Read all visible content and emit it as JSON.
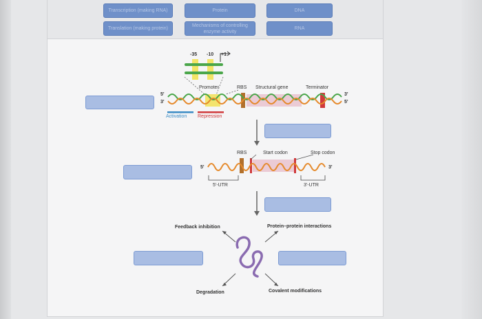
{
  "answer_chips": {
    "transcription": "Transcription (making RNA)",
    "protein": "Protein",
    "dna": "DNA",
    "translation": "Translation (making protein)",
    "mechanisms": "Mechanisms of controlling enzyme activity",
    "rna": "RNA"
  },
  "promoter_detail": {
    "minus35": "-35",
    "minus10": "-10",
    "plus1": "+1"
  },
  "gene_labels": {
    "promoter": "Promoter",
    "rbs": "RBS",
    "structural_gene": "Structural gene",
    "terminator": "Terminator",
    "five_prime": "5'",
    "three_prime": "3'",
    "activation": "Activation",
    "repression": "Repression"
  },
  "mrna_labels": {
    "rbs": "RBS",
    "start_codon": "Start codon",
    "stop_codon": "Stop codon",
    "five_prime": "5'",
    "three_prime": "3'",
    "utr5": "5'-UTR",
    "utr3": "3'-UTR"
  },
  "protein_labels": {
    "feedback": "Feedback inhibition",
    "ppi": "Protein–protein interactions",
    "degradation": "Degradation",
    "covalent": "Covalent modifications"
  },
  "colors": {
    "drop_fill": "#a9bde3",
    "chip_fill": "#6f90c9",
    "dna_green": "#4aa64a",
    "dna_orange": "#e58a2c",
    "rbs_brown": "#b2702c",
    "terminator_red": "#d0393b",
    "promoter_yellow": "#f2e04c",
    "gene_pink": "#e9c3cf",
    "protein_purple": "#8a6bb0"
  }
}
